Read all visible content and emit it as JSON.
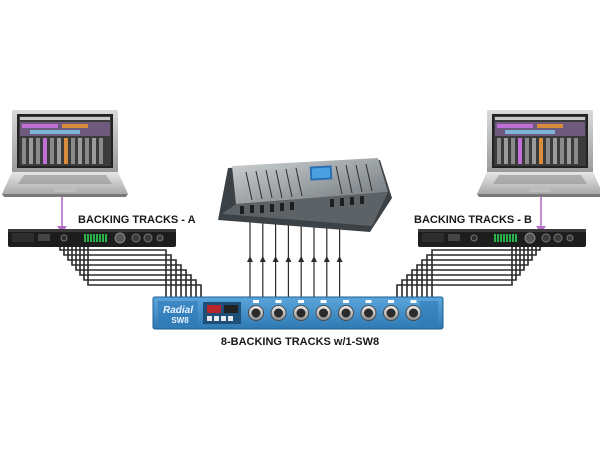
{
  "labels": {
    "backing_a": "BACKING TRACKS - A",
    "backing_b": "BACKING TRACKS - B",
    "main_caption": "8-BACKING TRACKS w/1-SW8"
  },
  "switcher": {
    "brand": "Radial",
    "model": "SW8"
  },
  "icons": {
    "laptop_left": "laptop-icon",
    "laptop_right": "laptop-icon",
    "mixer": "mixing-console-icon",
    "interface_a": "audio-interface-icon",
    "interface_b": "audio-interface-icon",
    "switcher": "rack-switcher-icon"
  },
  "colors": {
    "usb_link": "#b46ec8",
    "cable": "#2a2a2a",
    "switcher_body": "#3a86c0",
    "interface_body": "#1d1d1d"
  },
  "connections": {
    "outputs_per_interface": 8,
    "outputs_to_mixer": 8
  }
}
